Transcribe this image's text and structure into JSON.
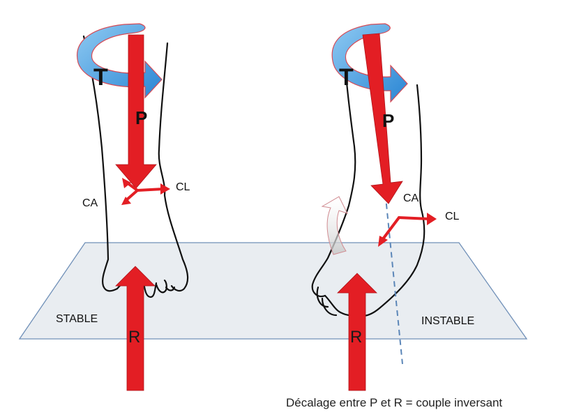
{
  "diagram": {
    "left": {
      "torque": "T",
      "weight": "P",
      "reaction": "R",
      "medial_ligament": "CA",
      "lateral_ligament": "CL",
      "status": "STABLE"
    },
    "right": {
      "torque": "T",
      "weight": "P",
      "reaction": "R",
      "medial_ligament": "CA",
      "lateral_ligament": "CL",
      "status": "INSTABLE"
    },
    "caption": "Décalage entre P et R = couple inversant",
    "colors": {
      "force_arrow": "#e31e24",
      "torque_arrow": "#3a9be0",
      "floor": "#e8ecf0",
      "floor_border": "#6f8fb8",
      "outline": "#111111",
      "axis_dash": "#5b86b8"
    }
  }
}
